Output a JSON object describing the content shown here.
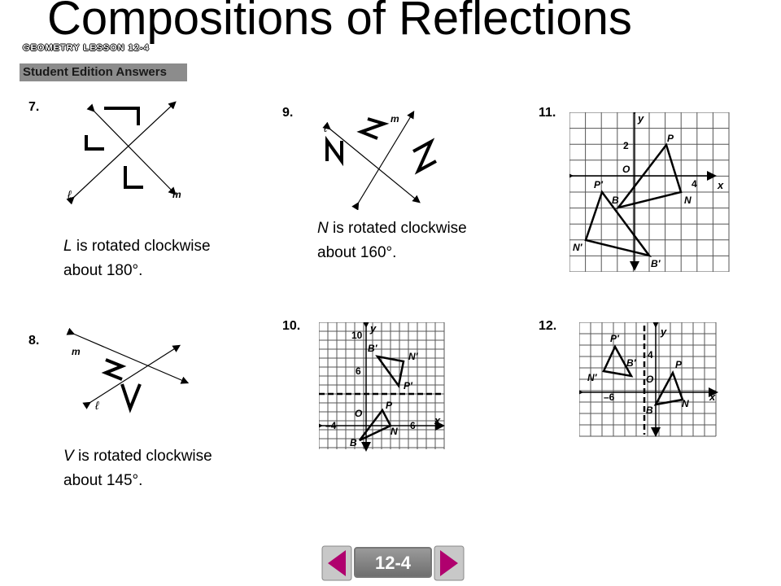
{
  "header": {
    "title": "Compositions of Reflections",
    "lesson": "GEOMETRY LESSON 12-4",
    "edition": "Student Edition Answers"
  },
  "problems": {
    "p7": {
      "number": "7.",
      "answer_letter": "L",
      "answer_text": "is rotated clockwise about 180°.",
      "label_l": "ℓ",
      "label_m": "m"
    },
    "p8": {
      "number": "8.",
      "answer_letter": "V",
      "answer_text": "is rotated clockwise about 145°.",
      "label_l": "ℓ",
      "label_m": "m"
    },
    "p9": {
      "number": "9.",
      "answer_letter": "N",
      "answer_text": "is rotated clockwise about 160°.",
      "label_l": "ℓ",
      "label_m": "m"
    },
    "p10": {
      "number": "10.",
      "labels": {
        "y": "y",
        "x": "x",
        "o": "O",
        "y10": "10",
        "y6": "6",
        "xneg4": "–4",
        "x6": "6",
        "B": "B",
        "P": "P",
        "N": "N",
        "Bp": "B′",
        "Np": "N′",
        "Pp": "P′"
      }
    },
    "p11": {
      "number": "11.",
      "labels": {
        "y": "y",
        "x": "x",
        "o": "O",
        "y2": "2",
        "x4": "4",
        "P": "P",
        "B": "B",
        "N": "N",
        "Pp": "P′",
        "Np": "N′",
        "Bp": "B′"
      }
    },
    "p12": {
      "number": "12.",
      "labels": {
        "y": "y",
        "x": "x",
        "o": "O",
        "y4": "4",
        "xneg6": "–6",
        "P": "P",
        "B": "B",
        "N": "N",
        "Pp": "P′",
        "Bp": "B′",
        "Np": "N′"
      }
    }
  },
  "nav": {
    "label": "12-4",
    "prev": "previous-slide",
    "next": "next-slide"
  }
}
